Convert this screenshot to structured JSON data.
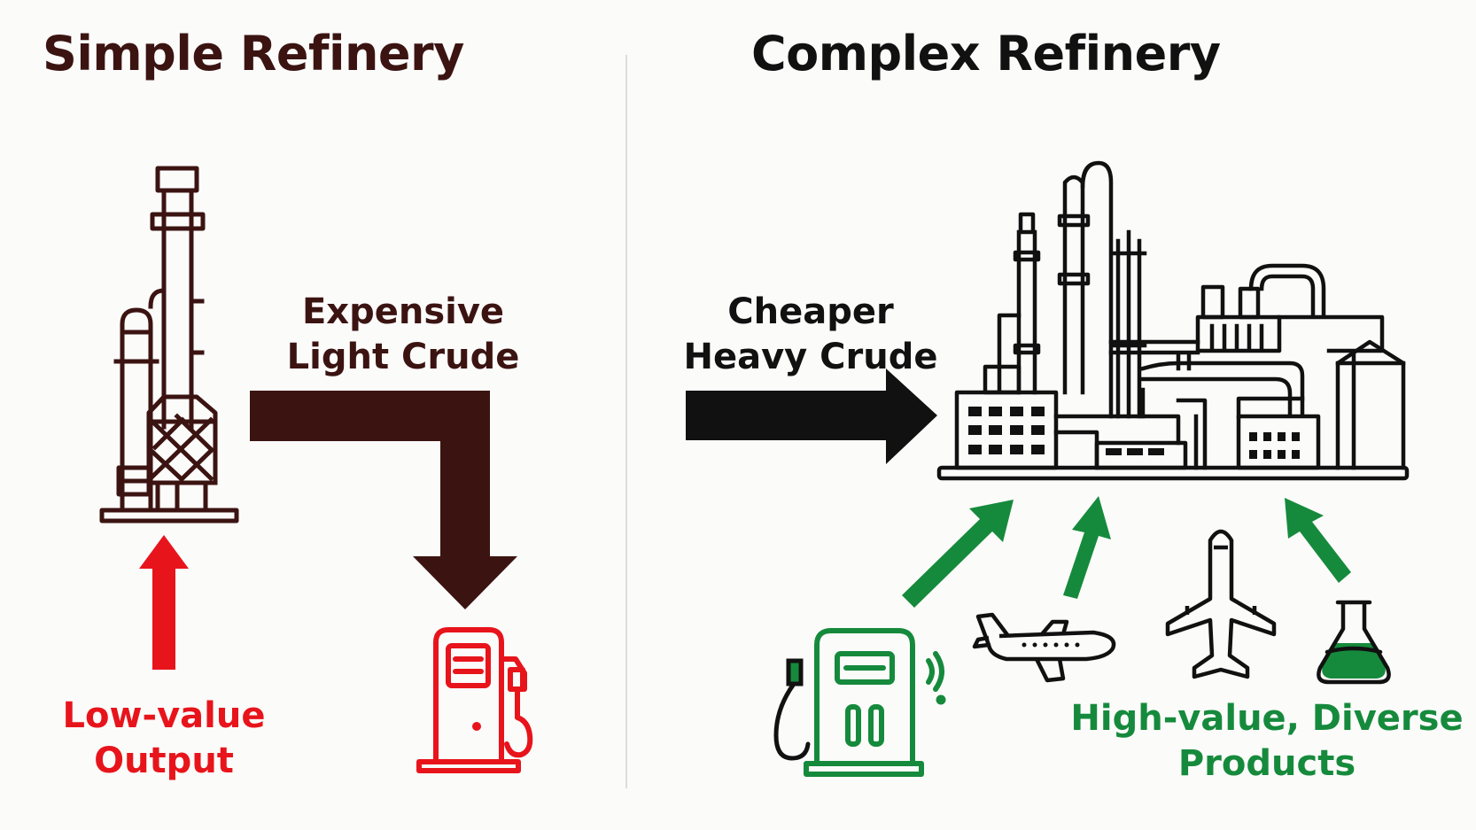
{
  "left_panel": {
    "title": "Simple Refinery",
    "input_label": [
      "Expensive",
      "Light Crude"
    ],
    "output_label": [
      "Low-value",
      "Output"
    ]
  },
  "right_panel": {
    "title": "Complex Refinery",
    "input_label": [
      "Cheaper",
      "Heavy Crude"
    ],
    "output_label": [
      "High-value, Diverse",
      "Products"
    ]
  },
  "colors": {
    "dark": "#3b1412",
    "red": "#e8141b",
    "green": "#168a3c",
    "black": "#111111"
  },
  "icons": [
    "distillation-tower-icon",
    "gas-pump-icon",
    "refinery-complex-icon",
    "airplane-side-icon",
    "airplane-top-icon",
    "flask-icon"
  ]
}
